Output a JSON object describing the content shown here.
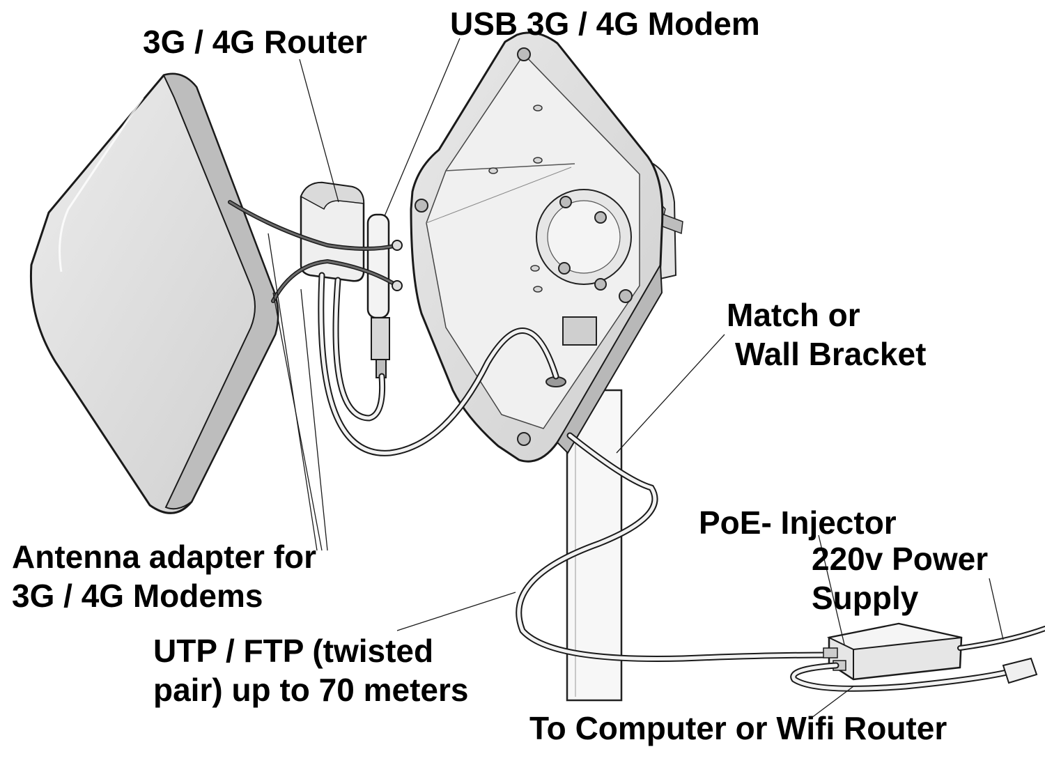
{
  "labels": {
    "router": "3G / 4G Router",
    "modem": "USB 3G / 4G Modem",
    "bracket_line1": "Match or",
    "bracket_line2": "Wall Bracket",
    "antenna_adapter_line1": "Antenna adapter for",
    "antenna_adapter_line2": "3G / 4G Modems",
    "poe_injector": "PoE- Injector",
    "power_line1": "220v Power",
    "power_line2": "Supply",
    "cable_line1": "UTP / FTP (twisted",
    "cable_line2": "pair) up to 70 meters",
    "to_computer": "To Computer or Wifi Router"
  },
  "colors": {
    "background": "#ffffff",
    "ink": "#000000",
    "panel_fill": "#d9d9d9",
    "panel_edge": "#bdbdbd",
    "cable_dark": "#3a3a3a",
    "cable_light": "#f2f2f2"
  }
}
